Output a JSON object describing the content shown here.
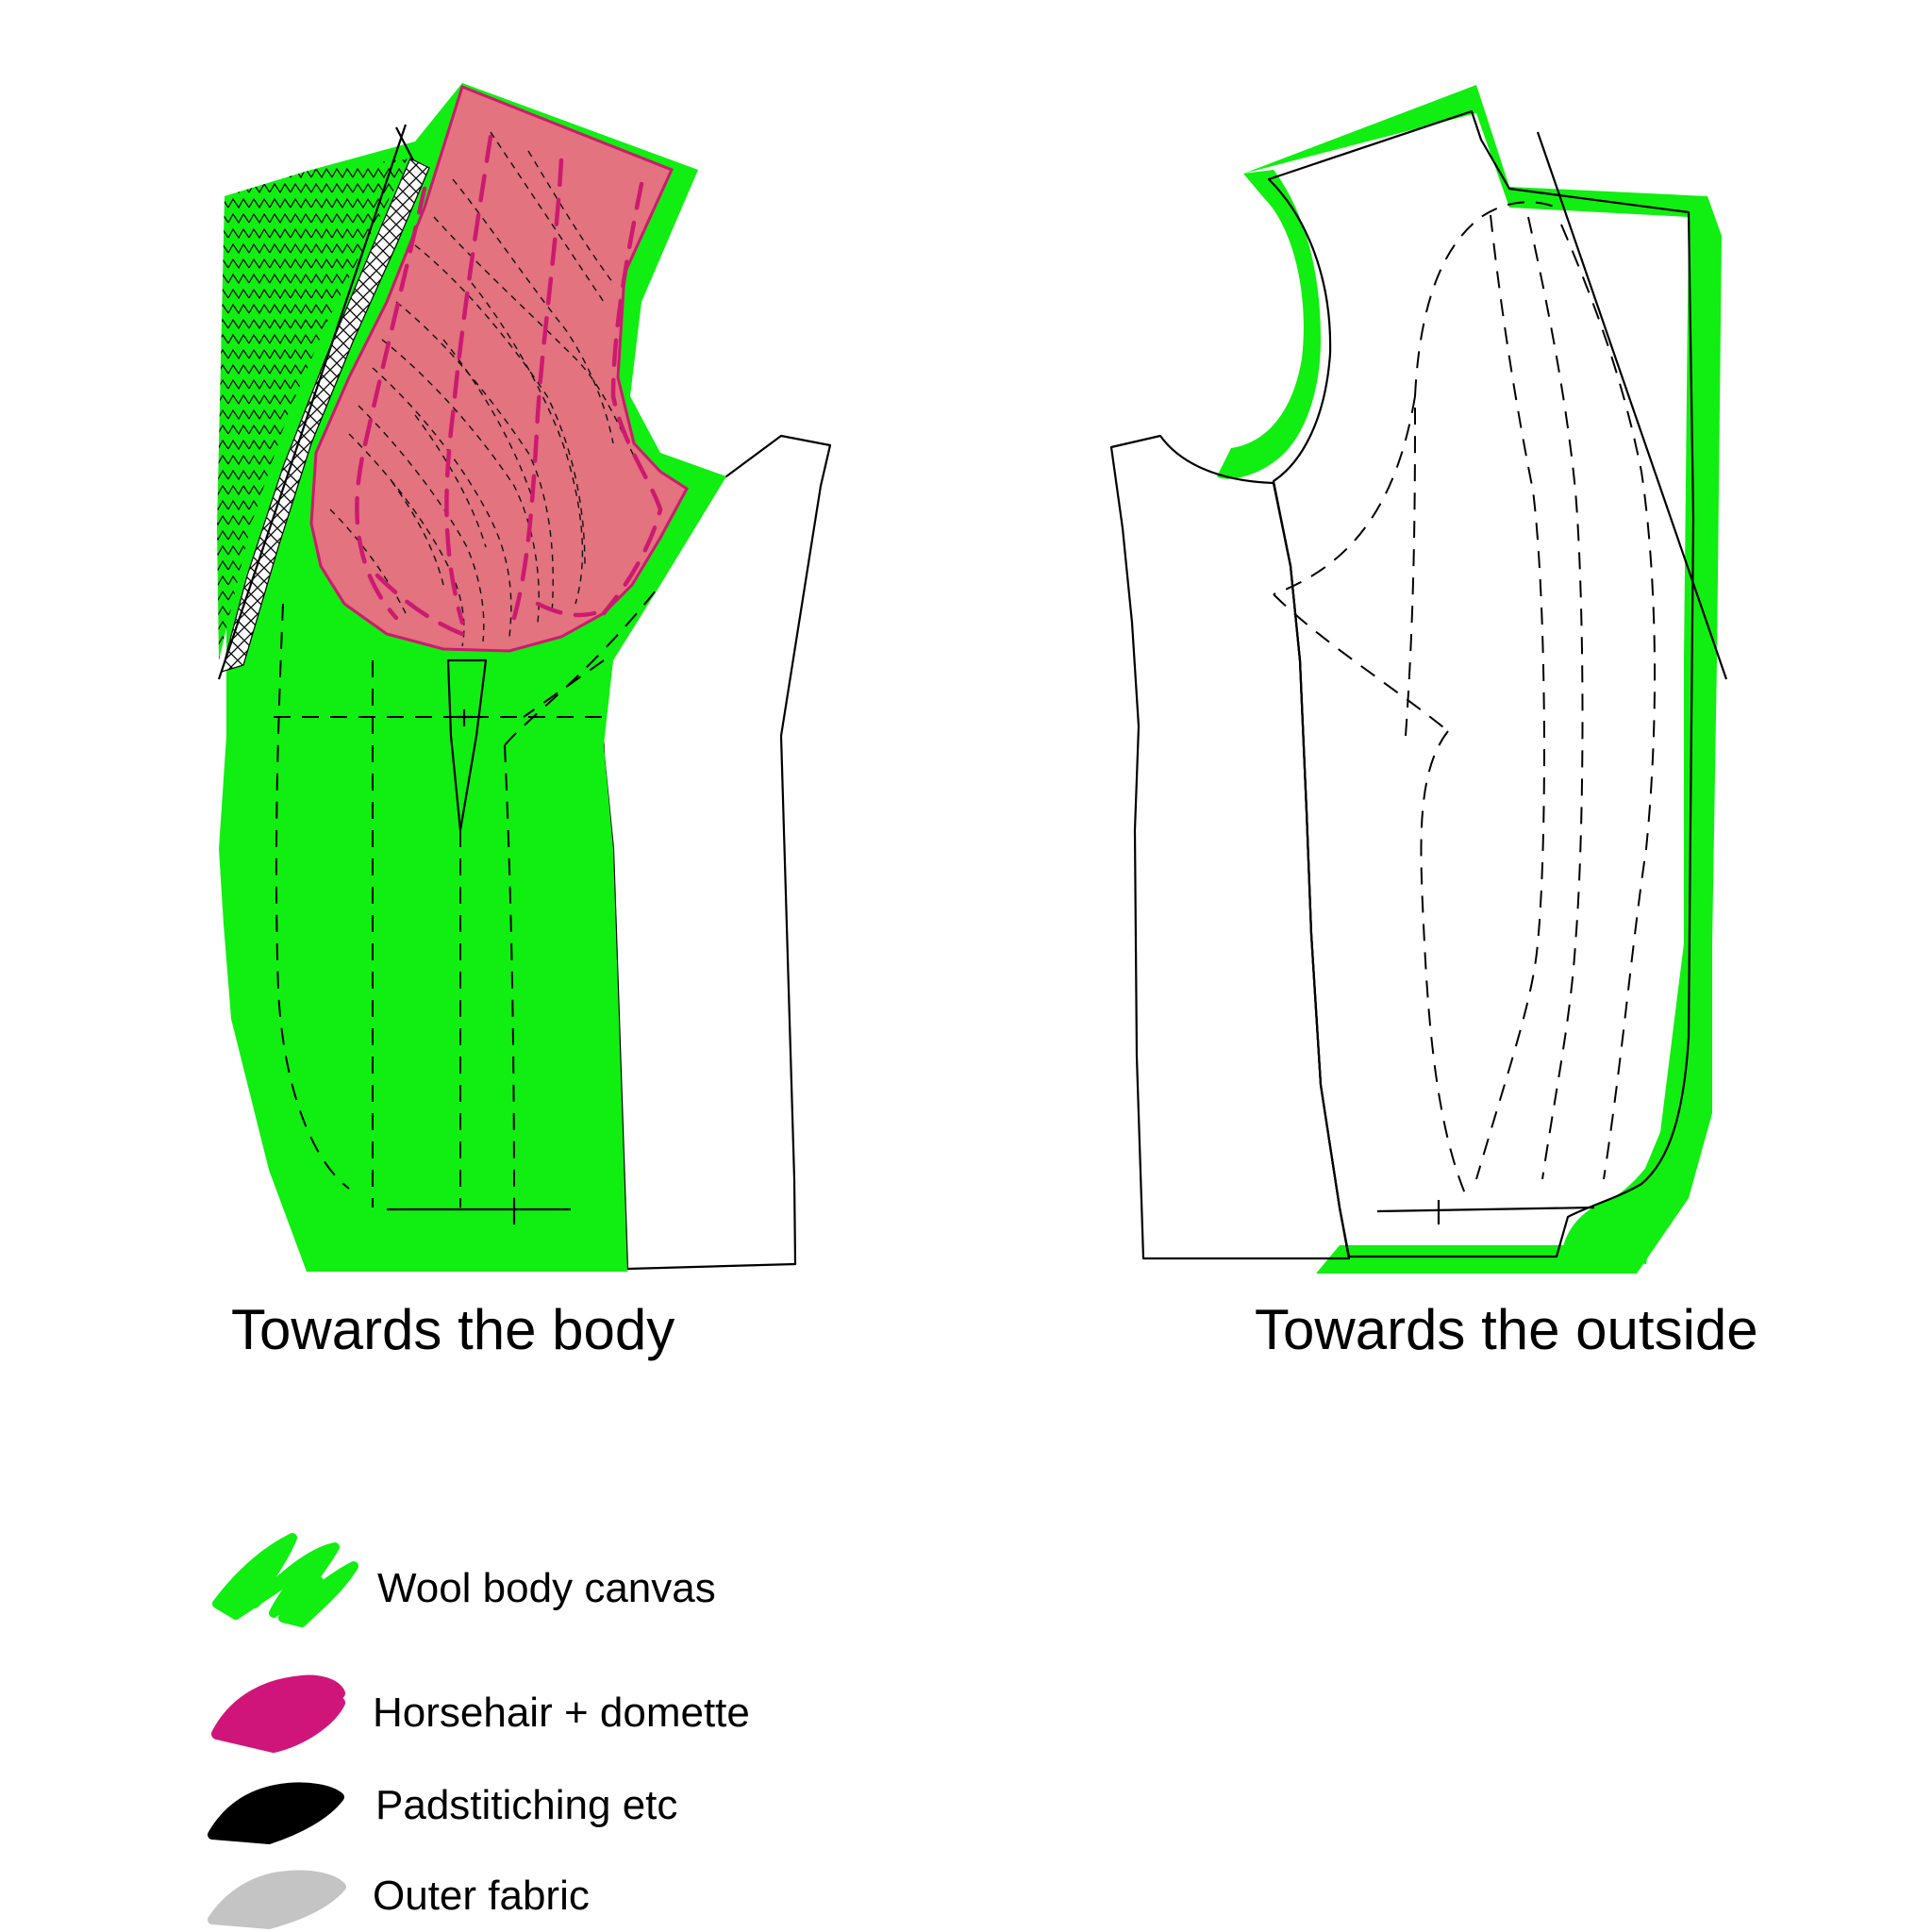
{
  "captions": {
    "left": "Towards the body",
    "right": "Towards the outside"
  },
  "legend": [
    {
      "label": "Wool body canvas",
      "color": "#11ee11"
    },
    {
      "label": "Horsehair + domette",
      "color": "#d0157a"
    },
    {
      "label": "Padstitiching etc",
      "color": "#000000"
    },
    {
      "label": "Outer fabric",
      "color": "#c4c4c4"
    }
  ],
  "colors": {
    "canvas": "#11ee11",
    "horsehair_fill": "#e2737f",
    "horsehair_stitch": "#d0157a",
    "outer": "#c4c4c4",
    "ink": "#000000"
  }
}
